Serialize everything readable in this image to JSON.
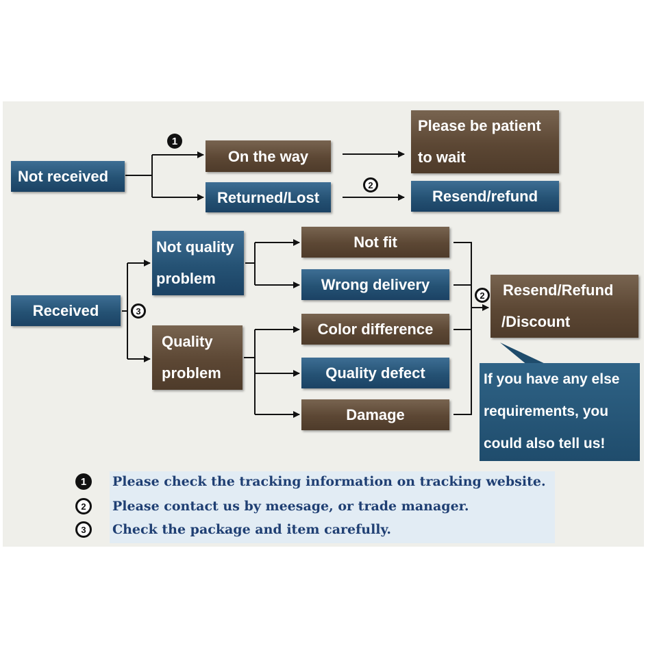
{
  "nodes": {
    "not_received": "Not received",
    "on_the_way": "On the way",
    "returned_lost": "Returned/Lost",
    "please_be_patient": [
      "Please be patient",
      "to wait"
    ],
    "resend_refund": "Resend/refund",
    "received": "Received",
    "not_quality_problem": [
      "Not quality",
      "problem"
    ],
    "quality_problem": [
      "Quality",
      "problem"
    ],
    "not_fit": "Not fit",
    "wrong_delivery": "Wrong delivery",
    "color_difference": "Color difference",
    "quality_defect": "Quality defect",
    "damage": "Damage",
    "resend_refund_discount": [
      "Resend/Refund",
      "/Discount"
    ]
  },
  "bubble": [
    "If you have any else",
    "requirements, you",
    "could also tell us!"
  ],
  "badges": {
    "one": "1",
    "two": "2",
    "three": "3"
  },
  "notes": [
    {
      "badge": "1",
      "text": "Please check the tracking information on tracking website."
    },
    {
      "badge": "2",
      "text": "Please contact us by meesage, or trade manager."
    },
    {
      "badge": "3",
      "text": "Check the package and item carefully."
    }
  ],
  "colors": {
    "blue": "#255274",
    "brown": "#5c4734",
    "note_text": "#1f3f73",
    "background": "#efefea"
  }
}
